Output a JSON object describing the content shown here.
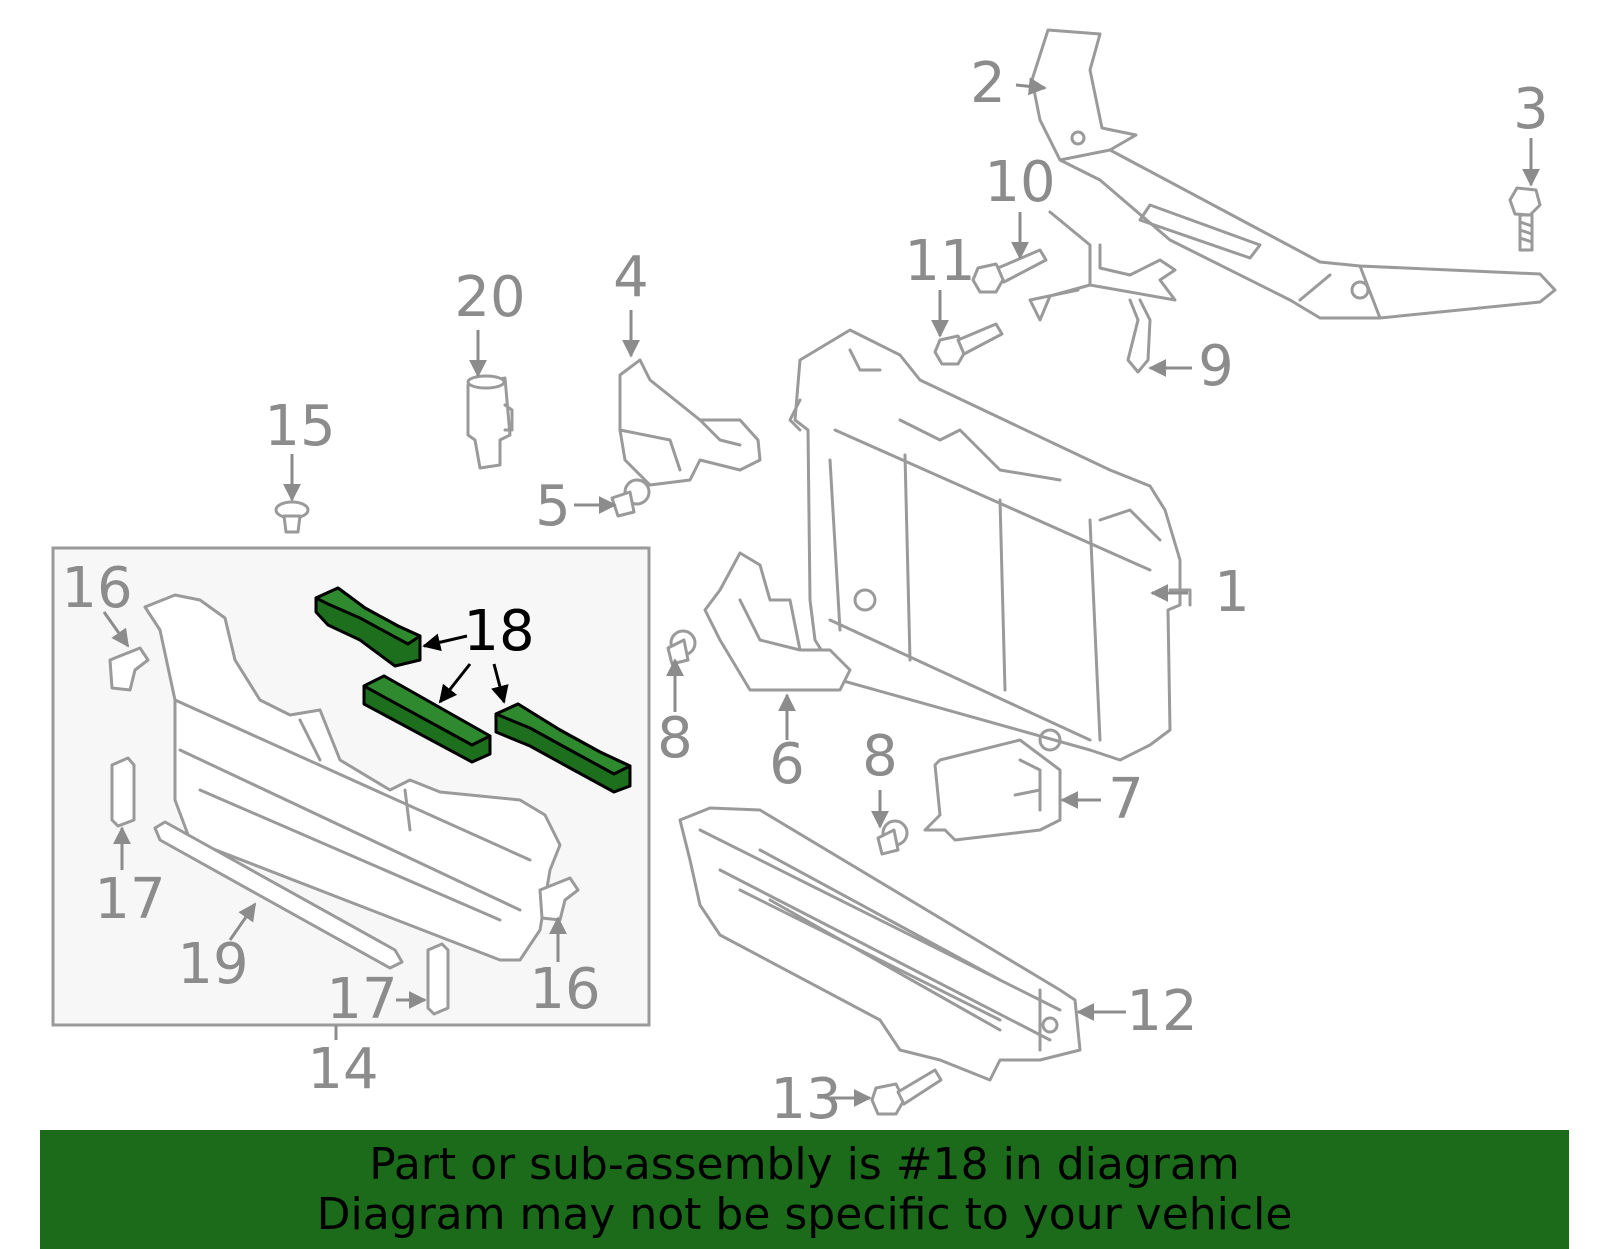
{
  "callouts": {
    "c1": "1",
    "c2": "2",
    "c3": "3",
    "c4": "4",
    "c5": "5",
    "c6": "6",
    "c7": "7",
    "c8a": "8",
    "c8b": "8",
    "c9": "9",
    "c10": "10",
    "c11": "11",
    "c12": "12",
    "c13": "13",
    "c14": "14",
    "c15": "15",
    "c16a": "16",
    "c16b": "16",
    "c17a": "17",
    "c17b": "17",
    "c18": "18",
    "c19": "19",
    "c20": "20"
  },
  "highlight_color": "#1b6b1b",
  "banner": {
    "line1": "Part or sub-assembly is #18 in diagram",
    "line2": "Diagram may not be specific to your vehicle"
  }
}
